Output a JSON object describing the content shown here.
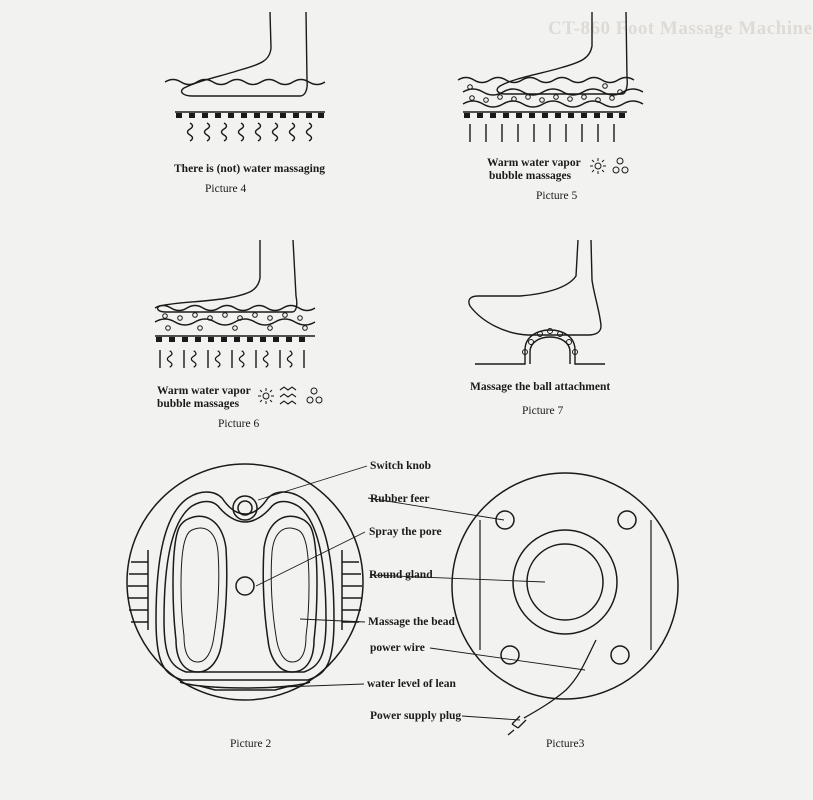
{
  "bleed_through_title": "CT-860 Foot Massage Machine",
  "picture4": {
    "label": "There is (not) water massaging",
    "caption": "Picture  4"
  },
  "picture5": {
    "label_line1": "Warm water vapor",
    "label_line2": "bubble massages",
    "caption": "Picture  5"
  },
  "picture6": {
    "label_line1": "Warm water vapor",
    "label_line2": "bubble massages",
    "caption": "Picture 6"
  },
  "picture7": {
    "label": "Massage the ball attachment",
    "caption": "Picture 7"
  },
  "picture2": {
    "caption": "Picture 2",
    "labels": {
      "switch_knob": "Switch knob",
      "rubber_feet": "Rubber feer",
      "spray_pore": "Spray the pore",
      "round_gland": "Round gland",
      "massage_bead": "Massage the bead",
      "power_wire": "power wire",
      "water_level": "water level of lean",
      "power_plug": "Power supply plug"
    }
  },
  "picture3": {
    "caption": "Picture3"
  }
}
